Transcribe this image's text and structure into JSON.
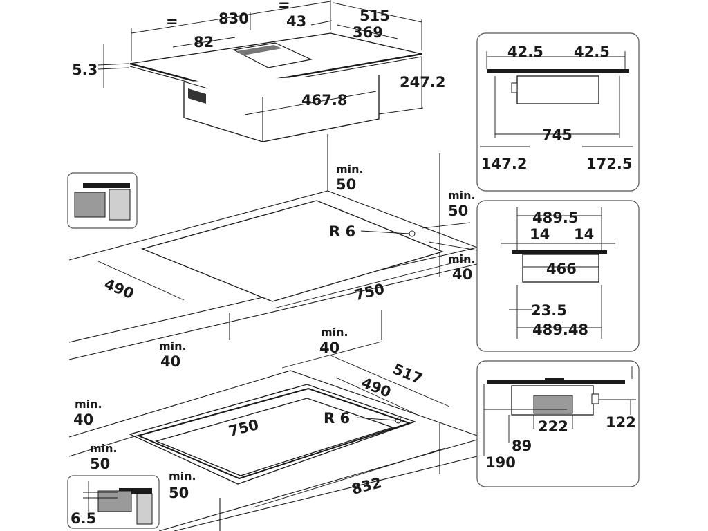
{
  "top_view": {
    "eq_left": "=",
    "eq_right": "=",
    "width": "830",
    "depth": "515",
    "offset_43": "43",
    "vent_width": "369",
    "vent_offset": "82",
    "glass_thickness": "5.3",
    "height": "247.2",
    "motor_width": "467.8"
  },
  "cutout_top": {
    "min_back_label": "min.",
    "min_back_value": "50",
    "min_side_label": "min.",
    "min_side_value": "50",
    "min_front_label": "min.",
    "min_front_value": "40",
    "min_bottom_label": "min.",
    "min_bottom_value": "40",
    "radius": "R 6",
    "depth": "490",
    "width": "750"
  },
  "cutout_flush": {
    "min_back_label": "min.",
    "min_back_value": "40",
    "min_left_label": "min.",
    "min_left_value": "40",
    "min_side_label": "min.",
    "min_side_value": "50",
    "min_front_label": "min.",
    "min_front_value": "50",
    "outer_depth": "517",
    "inner_depth": "490",
    "inner_width": "750",
    "outer_width": "832",
    "radius": "R 6",
    "recess": "6.5"
  },
  "panel_side_a": {
    "left_inset": "42.5",
    "right_inset": "42.5",
    "span": "745",
    "left_offset": "147.2",
    "right_offset": "172.5"
  },
  "panel_side_b": {
    "top_width": "489.5",
    "left_inset": "14",
    "right_inset": "14",
    "body_width": "466",
    "left_offset": "23.5",
    "total_width": "489.48"
  },
  "panel_side_c": {
    "module": "222",
    "right_height": "122",
    "offset_89": "89",
    "offset_190": "190"
  }
}
